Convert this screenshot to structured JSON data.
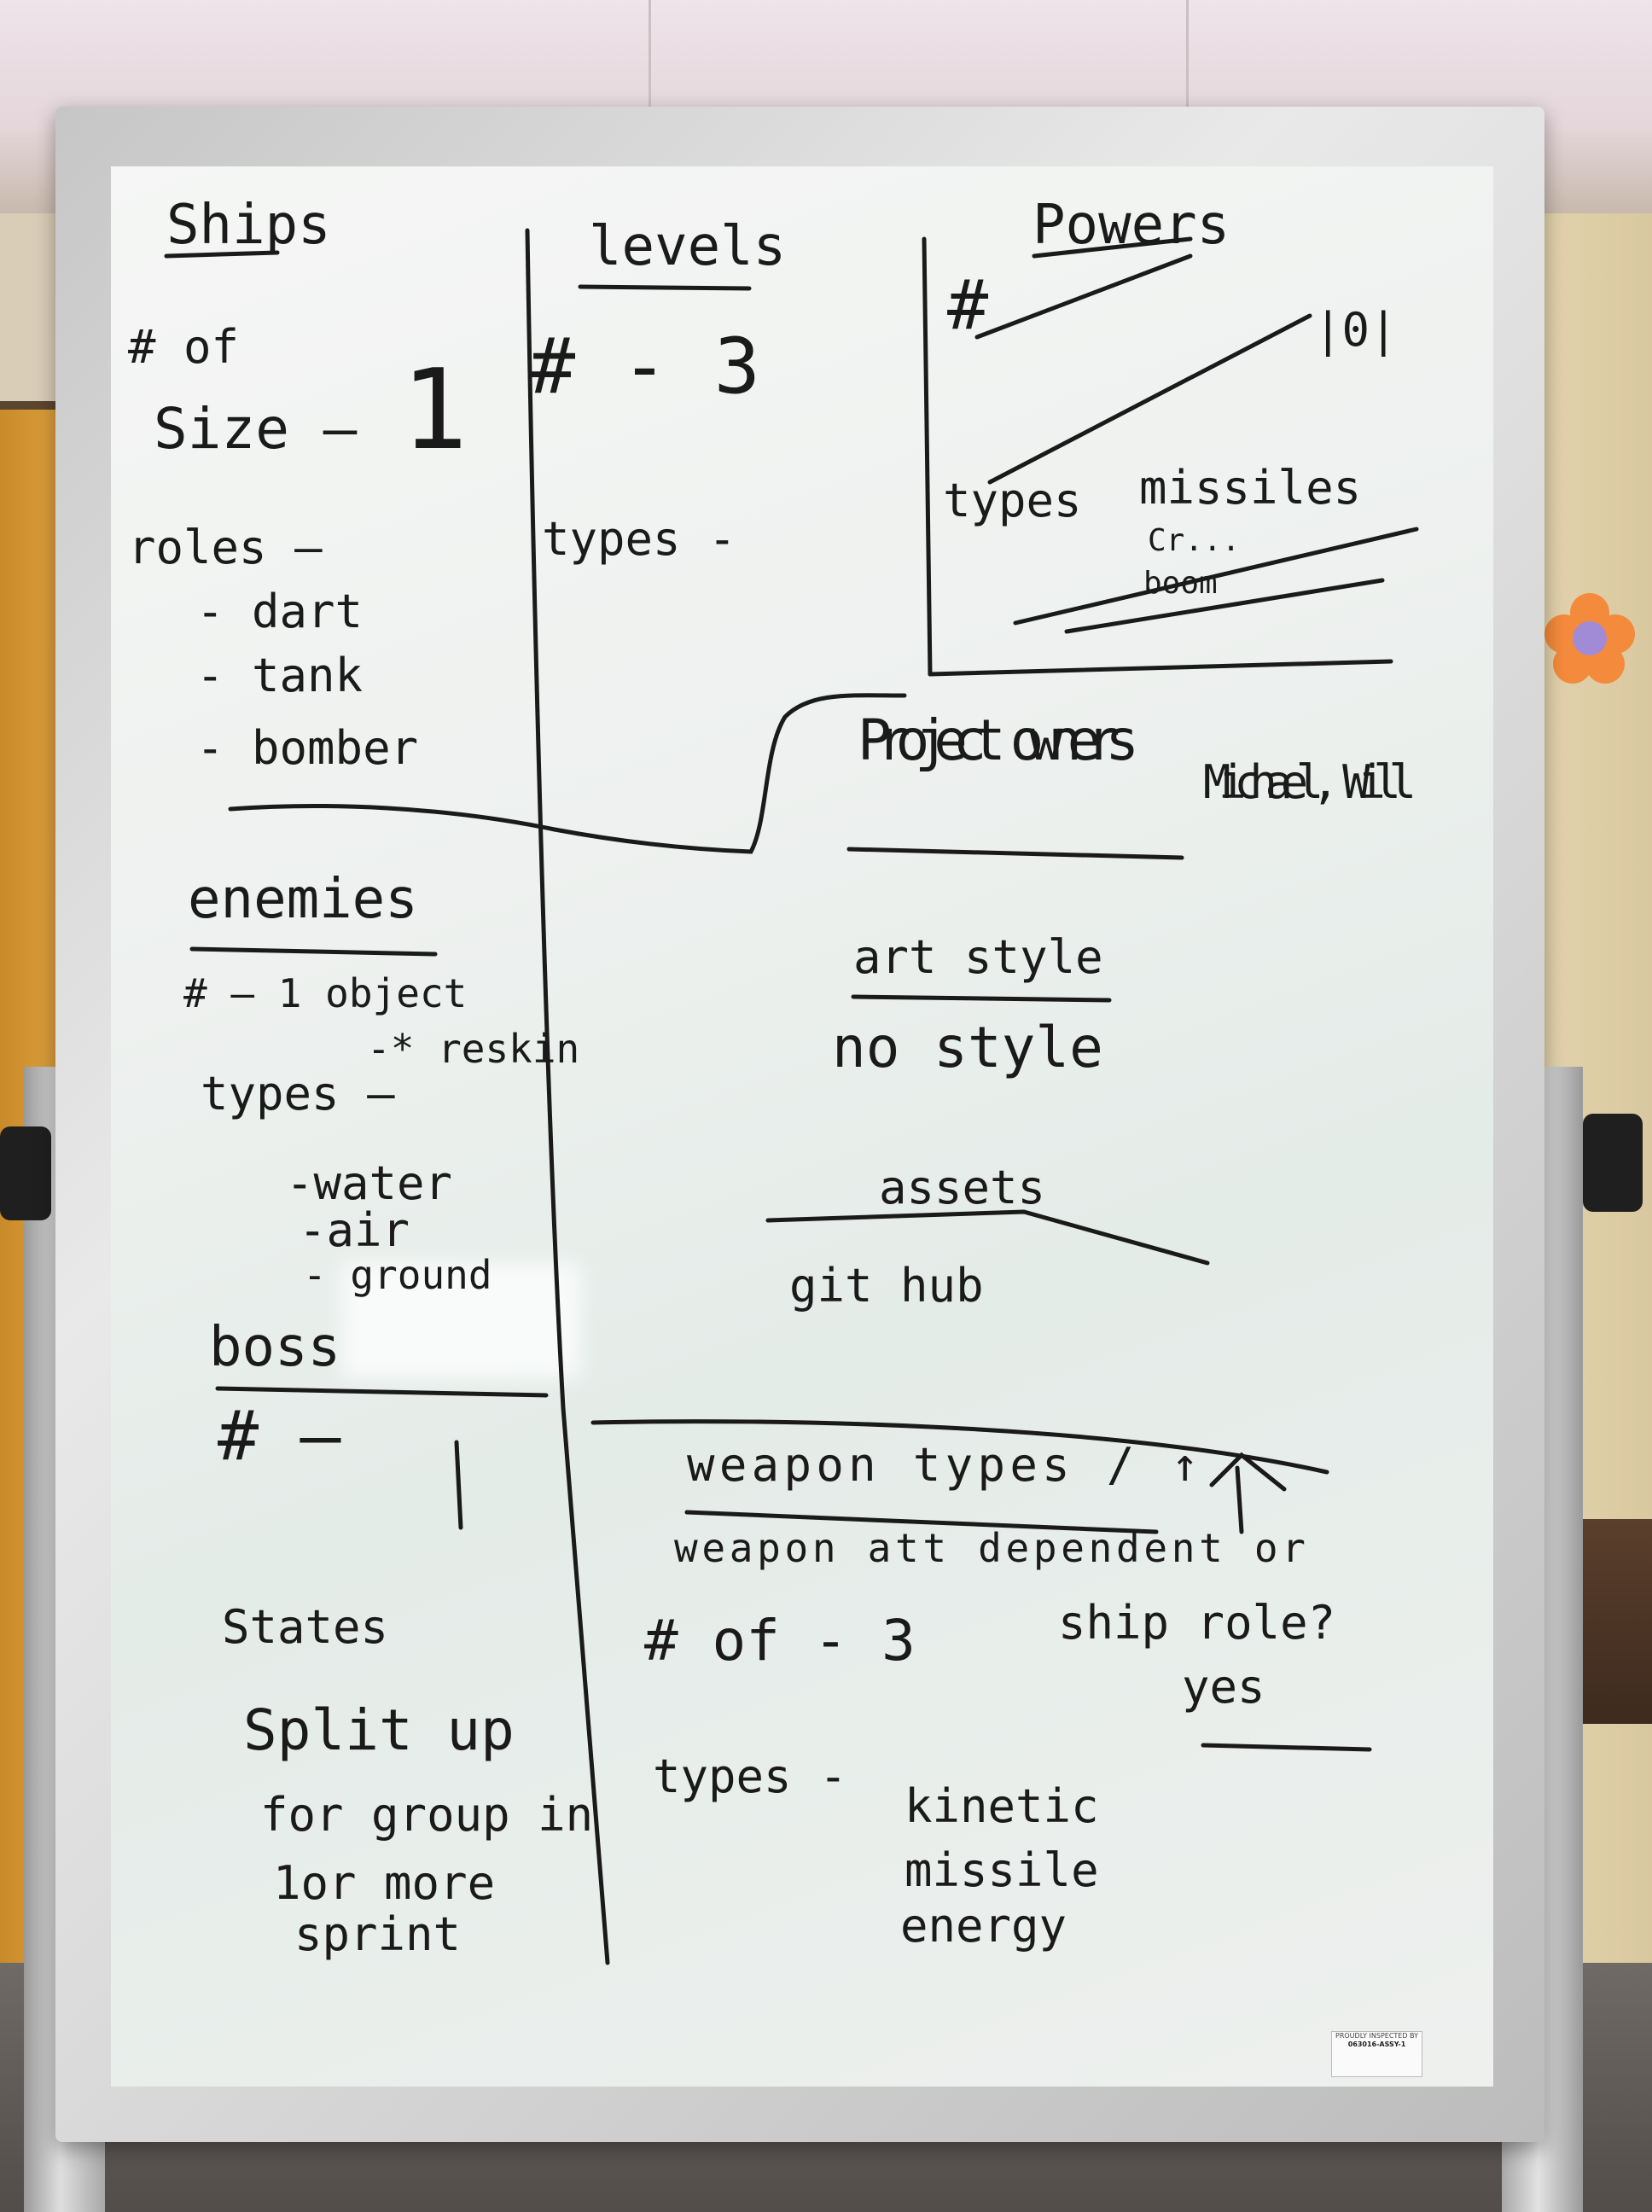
{
  "whiteboard": {
    "ships": {
      "title": "Ships",
      "count_label": "# of",
      "size": "Size —",
      "size_value": "1",
      "roles": "roles —",
      "role_items": [
        "- dart",
        "- tank",
        "- bomber"
      ]
    },
    "levels": {
      "title": "levels",
      "count": "# - 3",
      "types": "types -"
    },
    "powers": {
      "title": "Powers",
      "hash": "#",
      "tally": "|0|",
      "types": "types",
      "missiles": "missiles",
      "crossed_1": "Cr...",
      "crossed_2": "boom"
    },
    "project_owners": {
      "title": "Project owners",
      "names": "Michael, Will"
    },
    "art_style": {
      "title": "art style",
      "value": "no style"
    },
    "assets": {
      "title": "assets",
      "value": "git hub"
    },
    "enemies": {
      "title": "enemies",
      "count": "# — 1 object",
      "reskin": "-* reskin",
      "types": "types —",
      "type_items": [
        "-water",
        "-air",
        "- ground"
      ]
    },
    "boss": {
      "title": "boss",
      "count": "# —",
      "count_value": "1"
    },
    "states": {
      "title": "States",
      "lines": [
        "Split up",
        "for group in",
        "1or more",
        "sprint"
      ]
    },
    "weapon_types": {
      "title": "weapon types / ↑",
      "question_1": "weapon att dependent or",
      "question_2": "ship role?",
      "answer": "yes",
      "count": "# of - 3",
      "types": "types -",
      "type_items": [
        "kinetic",
        "missile",
        "energy"
      ]
    },
    "sticker": {
      "line1": "PROUDLY INSPECTED BY",
      "line2": "063016-ASSY-1"
    }
  }
}
